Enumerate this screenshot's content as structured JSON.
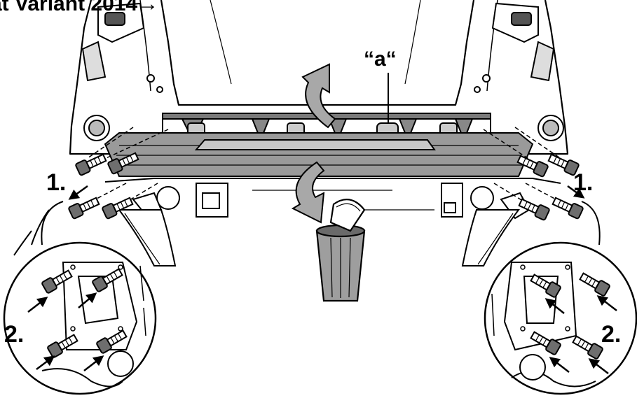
{
  "title": "at Variant 2014→",
  "callout": "“a“",
  "steps": {
    "one": "1.",
    "two": "2."
  },
  "colors": {
    "line": "#000000",
    "fill": "#ffffff",
    "shade": "#8a8a8a",
    "light_shade": "#c8c8c8"
  },
  "icons": {
    "bin": "trash-bin-icon",
    "rotate_up": "curved-arrow-up-icon",
    "rotate_down": "curved-arrow-down-icon",
    "bolt": "bolt-icon"
  }
}
